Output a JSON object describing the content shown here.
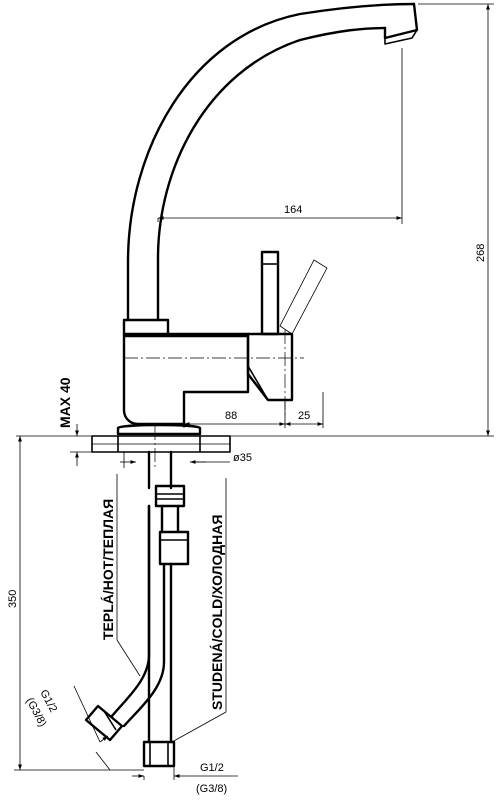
{
  "dimensions": {
    "spout_reach": "164",
    "total_height": "268",
    "body_offset": "88",
    "lever_offset": "25",
    "hole_diameter": "ø35",
    "max_counter": "MAX 40",
    "hose_length": "350"
  },
  "labels": {
    "hot": "TEPLÁ/HOT/ТЕПЛАЯ",
    "cold": "STUDENÁ/COLD/ХОЛОДНАЯ"
  },
  "connections": {
    "hot_thread": "G1/2",
    "hot_thread_alt": "(G3/8)",
    "cold_thread": "G1/2",
    "cold_thread_alt": "(G3/8)"
  }
}
